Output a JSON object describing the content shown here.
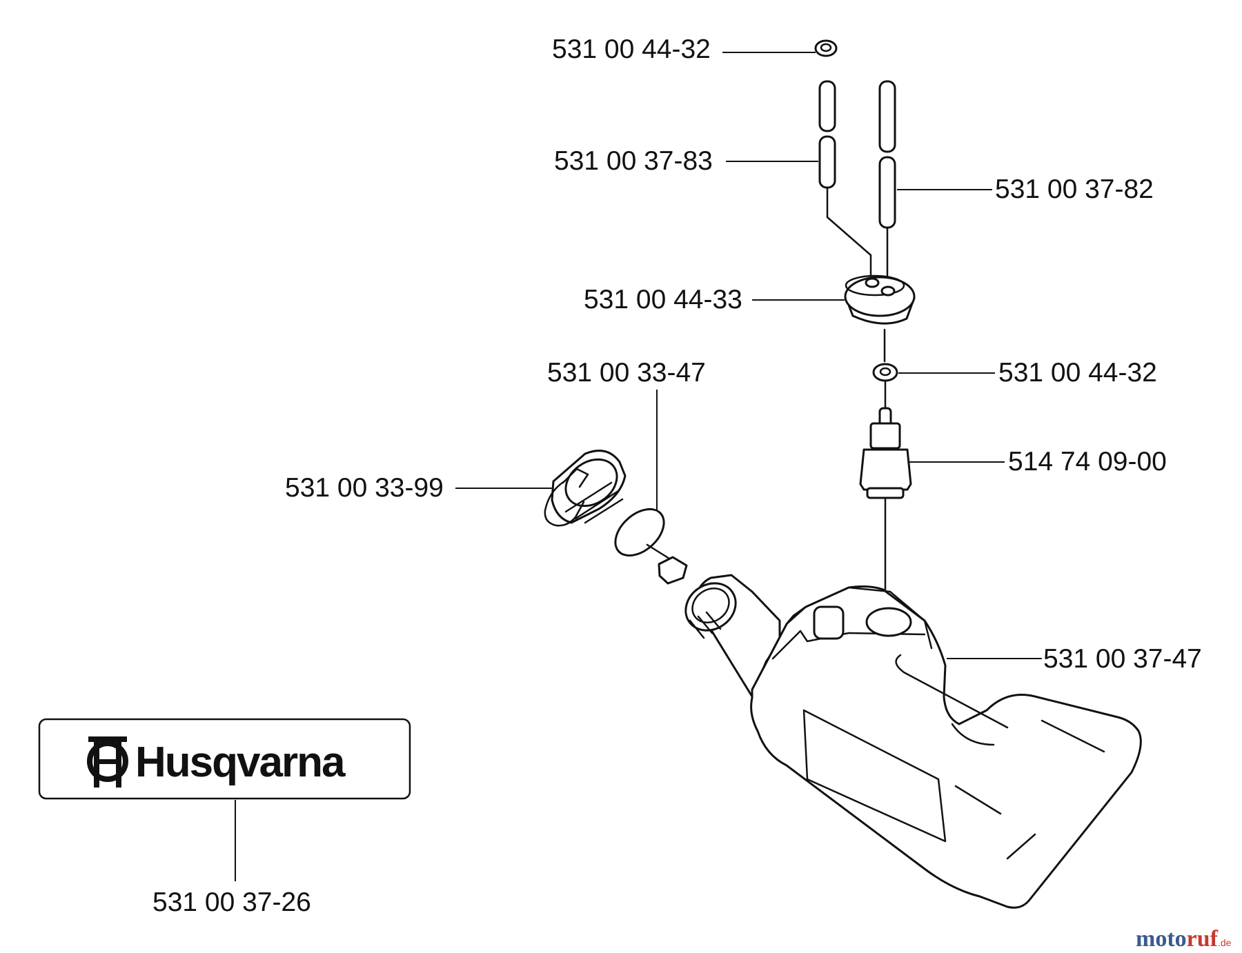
{
  "labels": {
    "p_top_washer": "531 00 44-32",
    "p_hose_left": "531 00 37-83",
    "p_hose_right": "531 00 37-82",
    "p_grommet": "531 00 44-33",
    "p_gasket": "531 00 33-47",
    "p_small_washer": "531 00 44-32",
    "p_cap": "531 00 33-99",
    "p_filter": "514 74 09-00",
    "p_tank": "531 00 37-47",
    "p_decal": "531 00 37-26"
  },
  "logo": {
    "brand": "Husqvarna"
  },
  "watermark": {
    "part1": "moto",
    "part2": "ruf",
    "part3": ".de"
  },
  "colors": {
    "ink": "#111111",
    "watermark_blue": "#3a5a8c",
    "watermark_red": "#c8382e"
  }
}
